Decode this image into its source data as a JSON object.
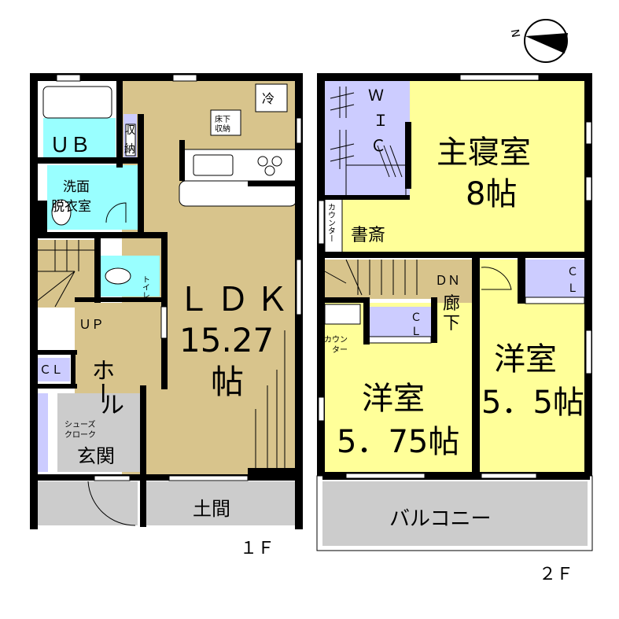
{
  "colors": {
    "ldk": "#d8c48c",
    "wet": "#99ffff",
    "closet": "#ccccff",
    "room": "#ffff99",
    "outdoor": "#cccccc",
    "wall": "#000000"
  },
  "compass": {
    "label": "N",
    "icon": "compass-icon"
  },
  "floor1": {
    "label": "１Ｆ",
    "rooms": {
      "ub": "ＵＢ",
      "storage_1": "収",
      "storage_2": "納",
      "washroom_1": "洗面",
      "washroom_2": "脱衣室",
      "fridge": "冷",
      "underfloor_1": "床下",
      "underfloor_2": "収納",
      "ldk_1": "ＬＤＫ",
      "ldk_2": "15.27",
      "ldk_3": "帖",
      "toilet": "トイレ",
      "up": "ＵＰ",
      "hall_1": "ホー",
      "hall_2": "ル",
      "closet": "ＣＬ",
      "shoe_1": "シューズ",
      "shoe_2": "クローク",
      "entrance": "玄関",
      "doma": "土間"
    }
  },
  "floor2": {
    "label": "２Ｆ",
    "rooms": {
      "wic_w": "Ｗ",
      "wic_i": "Ｉ",
      "wic_c": "Ｃ",
      "master_1": "主寝室",
      "master_2": "8帖",
      "counter_v": "カウンター",
      "study": "書斎",
      "dn": "ＤＮ",
      "corridor_1": "廊",
      "corridor_2": "下",
      "cl_c": "Ｃ",
      "cl_l": "Ｌ",
      "counter_1": "カウン",
      "counter_2": "ター",
      "western_a_1": "洋室",
      "western_a_2": "5．75帖",
      "western_b_1": "洋室",
      "western_b_2": "5．5帖",
      "balcony": "バルコニー"
    }
  }
}
